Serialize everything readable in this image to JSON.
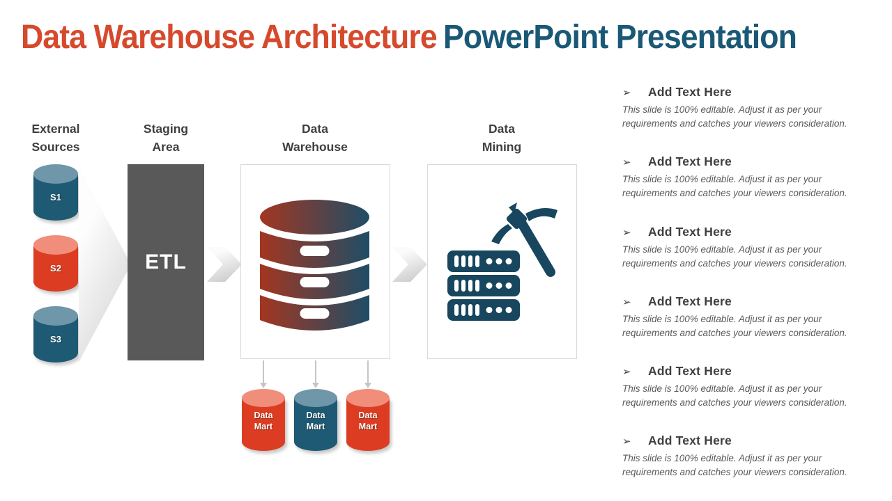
{
  "title": {
    "part1": "Data Warehouse Architecture",
    "part2": "PowerPoint Presentation"
  },
  "theme": {
    "title_red": "#D6492C",
    "title_blue": "#1A5876",
    "red": "#DC3D22",
    "red_light": "#F08D7B",
    "teal": "#1E5A73",
    "teal_light": "#6F97A9",
    "gray_box": "#595959",
    "text_dark": "#3F3F3F",
    "text_gray": "#595959",
    "border_light": "#D9D9D9",
    "arrow_gray": "#C6C6C6",
    "db_red": "#A33621",
    "db_blue": "#1E4D66",
    "mining": "#17465E"
  },
  "diagram": {
    "column_labels": [
      {
        "line1": "External",
        "line2": "Sources"
      },
      {
        "line1": "Staging",
        "line2": "Area"
      },
      {
        "line1": "Data",
        "line2": "Warehouse"
      },
      {
        "line1": "Data",
        "line2": "Mining"
      }
    ],
    "sources": [
      {
        "label": "S1",
        "color": "teal"
      },
      {
        "label": "S2",
        "color": "red"
      },
      {
        "label": "S3",
        "color": "teal"
      }
    ],
    "etl_label": "ETL",
    "data_marts": [
      {
        "label": "Data Mart",
        "color": "red"
      },
      {
        "label": "Data Mart",
        "color": "teal"
      },
      {
        "label": "Data Mart",
        "color": "red"
      }
    ],
    "icons": {
      "database": "database-icon",
      "mining": "pickaxe-and-server-icon"
    }
  },
  "text_sections": [
    {
      "bullet": "➢",
      "heading": "Add Text Here",
      "body_line1": "This slide is 100% editable. Adjust it as per your",
      "body_line2": "requirements and catches your viewers consideration."
    },
    {
      "bullet": "➢",
      "heading": "Add Text Here",
      "body_line1": "This slide is 100% editable. Adjust it as per your",
      "body_line2": "requirements and catches your viewers consideration."
    },
    {
      "bullet": "➢",
      "heading": "Add Text Here",
      "body_line1": "This slide is 100% editable. Adjust it as per your",
      "body_line2": "requirements and catches your viewers consideration."
    },
    {
      "bullet": "➢",
      "heading": "Add Text Here",
      "body_line1": "This slide is 100% editable. Adjust it as per your",
      "body_line2": "requirements and catches your viewers consideration."
    },
    {
      "bullet": "➢",
      "heading": "Add Text Here",
      "body_line1": "This slide is 100% editable. Adjust it as per your",
      "body_line2": "requirements and catches your viewers consideration."
    },
    {
      "bullet": "➢",
      "heading": "Add Text Here",
      "body_line1": "This slide is 100% editable. Adjust it as per your",
      "body_line2": "requirements and catches your viewers consideration."
    }
  ]
}
